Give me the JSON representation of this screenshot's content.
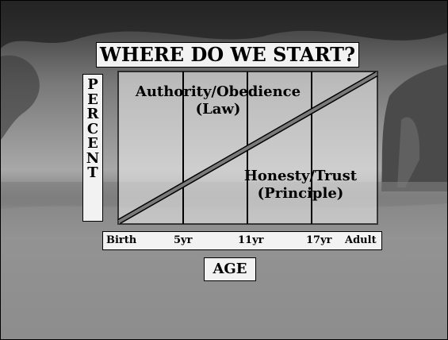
{
  "title": "WHERE DO WE START?",
  "y_axis_letters": [
    "P",
    "E",
    "R",
    "C",
    "E",
    "N",
    "T"
  ],
  "x_axis_title": "AGE",
  "x_ticks": [
    "Birth",
    "5yr",
    "11yr",
    "17yr",
    "Adult"
  ],
  "upper_region": {
    "line1": "Authority/Obedience",
    "line2": "(Law)"
  },
  "lower_region": {
    "line1": "Honesty/Trust",
    "line2": "(Principle)"
  },
  "colors": {
    "panel": "#f2f2f2",
    "plot_fill": "#e8e8e8",
    "diagonal": "#7a7a7a",
    "ink": "#000000"
  }
}
